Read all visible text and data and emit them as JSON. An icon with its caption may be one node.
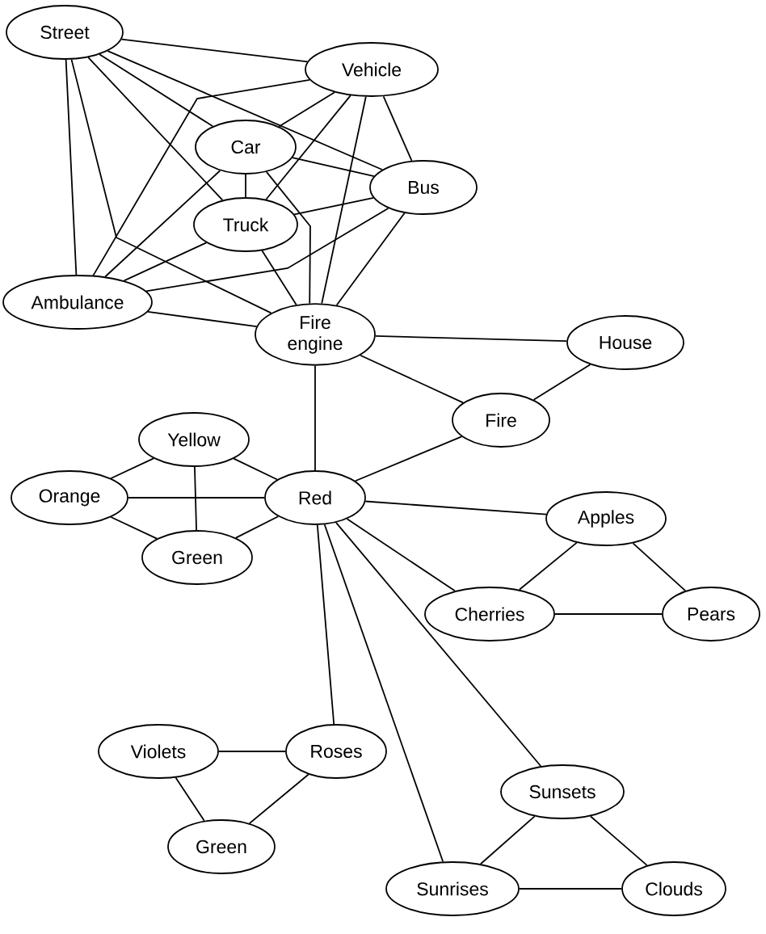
{
  "diagram": {
    "nodes": [
      {
        "text": [
          "Street"
        ]
      },
      {
        "text": [
          "Vehicle"
        ]
      },
      {
        "text": [
          "Car"
        ]
      },
      {
        "text": [
          "Bus"
        ]
      },
      {
        "text": [
          "Truck"
        ]
      },
      {
        "text": [
          "Ambulance"
        ]
      },
      {
        "text": [
          "Fire engine"
        ]
      },
      {
        "text": [
          "House"
        ]
      },
      {
        "text": [
          "Fire"
        ]
      },
      {
        "text": [
          "Yellow"
        ]
      },
      {
        "text": [
          "Orange"
        ]
      },
      {
        "text": [
          "Red"
        ]
      },
      {
        "text": [
          "Green"
        ]
      },
      {
        "text": [
          "Apples"
        ]
      },
      {
        "text": [
          "Cherries"
        ]
      },
      {
        "text": [
          "Pears"
        ]
      },
      {
        "text": [
          "Violets"
        ]
      },
      {
        "text": [
          "Roses"
        ]
      },
      {
        "text": [
          "Green"
        ]
      },
      {
        "text": [
          "Sunsets"
        ]
      },
      {
        "text": [
          "Sunrises"
        ]
      },
      {
        "text": [
          "Clouds"
        ]
      }
    ],
    "edges": [
      {
        "from": 0,
        "to": 1,
        "arrow": "none"
      },
      {
        "from": 0,
        "to": 3,
        "arrow": "none"
      },
      {
        "from": 0,
        "to": 2,
        "arrow": "none"
      },
      {
        "from": 0,
        "to": 4,
        "arrow": "none"
      },
      {
        "from": 0,
        "to": 5,
        "arrow": "none"
      },
      {
        "from": 0,
        "to": 6,
        "arrow": "none"
      },
      {
        "from": 1,
        "to": 5,
        "arrow": "none"
      },
      {
        "from": 1,
        "to": 2,
        "arrow": "none"
      },
      {
        "from": 1,
        "to": 4,
        "arrow": "none"
      },
      {
        "from": 1,
        "to": 6,
        "arrow": "none"
      },
      {
        "from": 1,
        "to": 3,
        "arrow": "none"
      },
      {
        "from": 2,
        "to": 4,
        "arrow": "none"
      },
      {
        "from": 2,
        "to": 3,
        "arrow": "none"
      },
      {
        "from": 2,
        "to": 5,
        "arrow": "none"
      },
      {
        "from": 2,
        "to": 6,
        "arrow": "none"
      },
      {
        "from": 4,
        "to": 3,
        "arrow": "none"
      },
      {
        "from": 4,
        "to": 5,
        "arrow": "none"
      },
      {
        "from": 4,
        "to": 6,
        "arrow": "none"
      },
      {
        "from": 3,
        "to": 5,
        "arrow": "none"
      },
      {
        "from": 3,
        "to": 6,
        "arrow": "none"
      },
      {
        "from": 5,
        "to": 6,
        "arrow": "none"
      },
      {
        "from": 6,
        "to": 7,
        "arrow": "none"
      },
      {
        "from": 6,
        "to": 8,
        "arrow": "none"
      },
      {
        "from": 6,
        "to": 11,
        "arrow": "none"
      },
      {
        "from": 7,
        "to": 8,
        "arrow": "none"
      },
      {
        "from": 8,
        "to": 11,
        "arrow": "none"
      },
      {
        "from": 9,
        "to": 10,
        "arrow": "none"
      },
      {
        "from": 9,
        "to": 12,
        "arrow": "none"
      },
      {
        "from": 9,
        "to": 11,
        "arrow": "none"
      },
      {
        "from": 10,
        "to": 12,
        "arrow": "none"
      },
      {
        "from": 10,
        "to": 11,
        "arrow": "none"
      },
      {
        "from": 12,
        "to": 11,
        "arrow": "none"
      },
      {
        "from": 11,
        "to": 13,
        "arrow": "none"
      },
      {
        "from": 11,
        "to": 14,
        "arrow": "none"
      },
      {
        "from": 11,
        "to": 19,
        "arrow": "none"
      },
      {
        "from": 11,
        "to": 20,
        "arrow": "none"
      },
      {
        "from": 11,
        "to": 17,
        "arrow": "none"
      },
      {
        "from": 13,
        "to": 14,
        "arrow": "none"
      },
      {
        "from": 13,
        "to": 15,
        "arrow": "none"
      },
      {
        "from": 14,
        "to": 15,
        "arrow": "none"
      },
      {
        "from": 16,
        "to": 17,
        "arrow": "none"
      },
      {
        "from": 16,
        "to": 18,
        "arrow": "none"
      },
      {
        "from": 17,
        "to": 18,
        "arrow": "none"
      },
      {
        "from": 19,
        "to": 20,
        "arrow": "none"
      },
      {
        "from": 19,
        "to": 21,
        "arrow": "none"
      },
      {
        "from": 20,
        "to": 21,
        "arrow": "none"
      }
    ]
  }
}
